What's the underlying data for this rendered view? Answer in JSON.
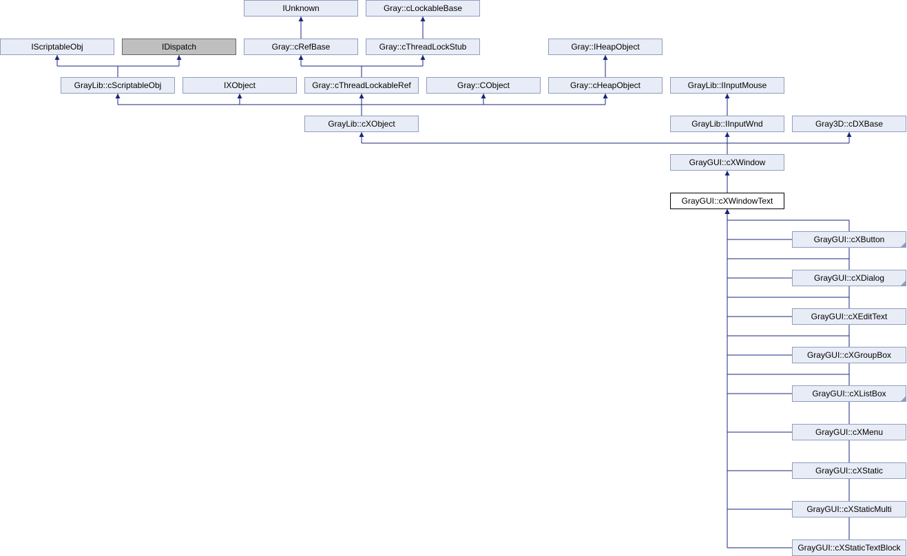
{
  "diagram": {
    "nodes": [
      {
        "id": "iunknown",
        "label": "IUnknown"
      },
      {
        "id": "gray-clockablebase",
        "label": "Gray::cLockableBase"
      },
      {
        "id": "iscriptableobj",
        "label": "IScriptableObj"
      },
      {
        "id": "idispatch",
        "label": "IDispatch",
        "style": "gray"
      },
      {
        "id": "gray-crefbase",
        "label": "Gray::cRefBase"
      },
      {
        "id": "gray-cthreadlockstub",
        "label": "Gray::cThreadLockStub"
      },
      {
        "id": "gray-iheapobject",
        "label": "Gray::IHeapObject"
      },
      {
        "id": "graylib-cscriptableobj",
        "label": "GrayLib::cScriptableObj"
      },
      {
        "id": "ixobject",
        "label": "IXObject"
      },
      {
        "id": "gray-cthreadlockableref",
        "label": "Gray::cThreadLockableRef"
      },
      {
        "id": "gray-cobject",
        "label": "Gray::CObject"
      },
      {
        "id": "gray-cheapobject",
        "label": "Gray::cHeapObject"
      },
      {
        "id": "graylib-iinputmouse",
        "label": "GrayLib::IInputMouse"
      },
      {
        "id": "graylib-cxobject",
        "label": "GrayLib::cXObject"
      },
      {
        "id": "graylib-iinputwnd",
        "label": "GrayLib::IInputWnd"
      },
      {
        "id": "gray3d-cdxbase",
        "label": "Gray3D::cDXBase"
      },
      {
        "id": "graygui-cxwindow",
        "label": "GrayGUI::cXWindow"
      },
      {
        "id": "graygui-cxwindowtext",
        "label": "GrayGUI::cXWindowText",
        "style": "current"
      },
      {
        "id": "graygui-cxbutton",
        "label": "GrayGUI::cXButton",
        "more": true
      },
      {
        "id": "graygui-cxdialog",
        "label": "GrayGUI::cXDialog",
        "more": true
      },
      {
        "id": "graygui-cxedittext",
        "label": "GrayGUI::cXEditText"
      },
      {
        "id": "graygui-cxgroupbox",
        "label": "GrayGUI::cXGroupBox"
      },
      {
        "id": "graygui-cxlistbox",
        "label": "GrayGUI::cXListBox",
        "more": true
      },
      {
        "id": "graygui-cxmenu",
        "label": "GrayGUI::cXMenu"
      },
      {
        "id": "graygui-cxstatic",
        "label": "GrayGUI::cXStatic"
      },
      {
        "id": "graygui-cxstaticmulti",
        "label": "GrayGUI::cXStaticMulti"
      },
      {
        "id": "graygui-cxstatictextblock",
        "label": "GrayGUI::cXStaticTextBlock"
      }
    ],
    "edges": [
      {
        "from": "gray-crefbase",
        "to": "iunknown"
      },
      {
        "from": "gray-cthreadlockstub",
        "to": "gray-clockablebase"
      },
      {
        "from": "graylib-cscriptableobj",
        "to": "iscriptableobj"
      },
      {
        "from": "graylib-cscriptableobj",
        "to": "idispatch"
      },
      {
        "from": "gray-cthreadlockableref",
        "to": "gray-crefbase"
      },
      {
        "from": "gray-cthreadlockableref",
        "to": "gray-cthreadlockstub"
      },
      {
        "from": "gray-cheapobject",
        "to": "gray-iheapobject"
      },
      {
        "from": "graylib-cxobject",
        "to": "graylib-cscriptableobj"
      },
      {
        "from": "graylib-cxobject",
        "to": "ixobject"
      },
      {
        "from": "graylib-cxobject",
        "to": "gray-cthreadlockableref"
      },
      {
        "from": "graylib-cxobject",
        "to": "gray-cobject"
      },
      {
        "from": "graylib-cxobject",
        "to": "gray-cheapobject"
      },
      {
        "from": "graylib-iinputwnd",
        "to": "graylib-iinputmouse"
      },
      {
        "from": "graygui-cxwindow",
        "to": "graylib-cxobject"
      },
      {
        "from": "graygui-cxwindow",
        "to": "graylib-iinputwnd"
      },
      {
        "from": "graygui-cxwindow",
        "to": "gray3d-cdxbase"
      },
      {
        "from": "graygui-cxwindowtext",
        "to": "graygui-cxwindow"
      },
      {
        "from": "graygui-cxbutton",
        "to": "graygui-cxwindowtext"
      },
      {
        "from": "graygui-cxdialog",
        "to": "graygui-cxwindowtext"
      },
      {
        "from": "graygui-cxedittext",
        "to": "graygui-cxwindowtext"
      },
      {
        "from": "graygui-cxgroupbox",
        "to": "graygui-cxwindowtext"
      },
      {
        "from": "graygui-cxlistbox",
        "to": "graygui-cxwindowtext"
      },
      {
        "from": "graygui-cxmenu",
        "to": "graygui-cxwindowtext"
      },
      {
        "from": "graygui-cxstatic",
        "to": "graygui-cxwindowtext"
      },
      {
        "from": "graygui-cxstaticmulti",
        "to": "graygui-cxwindowtext"
      },
      {
        "from": "graygui-cxstatictextblock",
        "to": "graygui-cxwindowtext"
      }
    ],
    "colors": {
      "edge": "#1a237e",
      "node_fill": "#e8ecf6",
      "node_border": "#8e9cbc",
      "gray_fill": "#bfbfbf",
      "current_fill": "#ffffff"
    }
  }
}
